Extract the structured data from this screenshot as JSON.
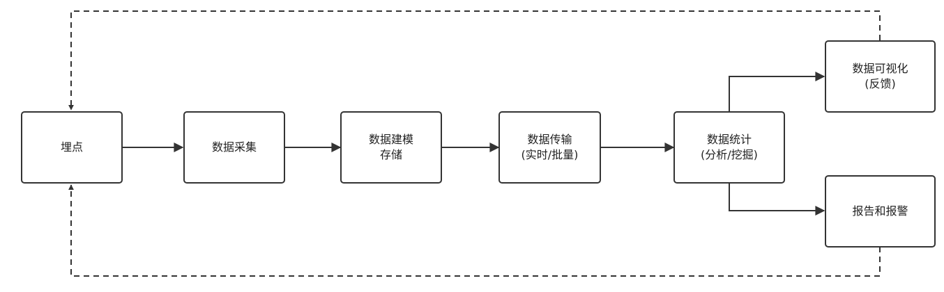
{
  "diagram": {
    "stroke_color": "#333333",
    "fill_color": "#ffffff",
    "nodes": {
      "tracking": {
        "line1": "埋点"
      },
      "collection": {
        "line1": "数据采集"
      },
      "modeling": {
        "line1": "数据建模",
        "line2": "存储"
      },
      "transmission": {
        "line1": "数据传输",
        "line2": "(实时/批量)"
      },
      "statistics": {
        "line1": "数据统计",
        "line2": "(分析/挖掘)"
      },
      "visualization": {
        "line1": "数据可视化",
        "line2": "(反馈)"
      },
      "reporting": {
        "line1": "报告和报警"
      }
    }
  }
}
